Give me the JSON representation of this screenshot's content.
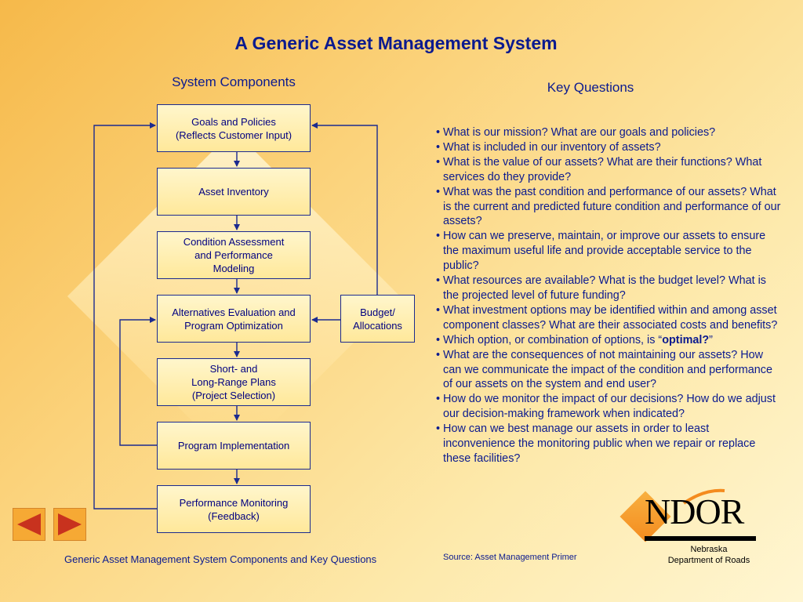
{
  "title": "A Generic Asset Management System",
  "components_heading": "System Components",
  "questions_heading": "Key Questions",
  "flow_boxes": {
    "goals": "Goals and Policies\n(Reflects Customer Input)",
    "inventory": "Asset Inventory",
    "condition": "Condition Assessment\nand Performance\nModeling",
    "alternatives": "Alternatives Evaluation and\nProgram Optimization",
    "plans": "Short- and\nLong-Range Plans\n(Project Selection)",
    "implementation": "Program Implementation",
    "monitoring": "Performance Monitoring\n(Feedback)",
    "budget": "Budget/\nAllocations"
  },
  "questions": [
    {
      "pre": "What is our mission? What are our goals and policies?",
      "bold": "",
      "post": ""
    },
    {
      "pre": "What is included in our inventory of assets?",
      "bold": "",
      "post": ""
    },
    {
      "pre": "What is the value of our assets? What are their functions? What services do they provide?",
      "bold": "",
      "post": ""
    },
    {
      "pre": "What was the past condition and performance of our assets? What is the current and predicted future condition and performance of our assets?",
      "bold": "",
      "post": ""
    },
    {
      "pre": "How can we preserve, maintain, or improve our assets to ensure the maximum useful life and provide acceptable service to the public?",
      "bold": "",
      "post": ""
    },
    {
      "pre": "What resources are available? What is the budget level? What is the projected level of future funding?",
      "bold": "",
      "post": ""
    },
    {
      "pre": "What investment options may be identified within and among asset component classes? What are their associated costs and benefits?",
      "bold": "",
      "post": ""
    },
    {
      "pre": "Which option, or combination of options, is “",
      "bold": "optimal?",
      "post": "”"
    },
    {
      "pre": "What are the consequences of not maintaining our assets? How can we communicate the impact of the condition and performance of our assets on the system and end user?",
      "bold": "",
      "post": ""
    },
    {
      "pre": "How do we monitor the impact of our decisions? How do we adjust our decision-making framework when indicated?",
      "bold": "",
      "post": ""
    },
    {
      "pre": "How can we best manage our assets in order to least inconvenience the monitoring public when we repair or replace these facilities?",
      "bold": "",
      "post": ""
    }
  ],
  "footer": {
    "caption": "Generic Asset Management System Components and Key Questions",
    "source": "Source: Asset Management Primer"
  },
  "logo": {
    "wordmark": "NDOR",
    "line1": "Nebraska",
    "line2": "Department of Roads"
  },
  "nav": {
    "prev_icon": "triangle-left-icon",
    "next_icon": "triangle-right-icon"
  },
  "colors": {
    "text": "#0b1a8f",
    "nav_button": "#f6a934",
    "nav_arrow": "#c8321e",
    "line": "#1b2a8f"
  }
}
